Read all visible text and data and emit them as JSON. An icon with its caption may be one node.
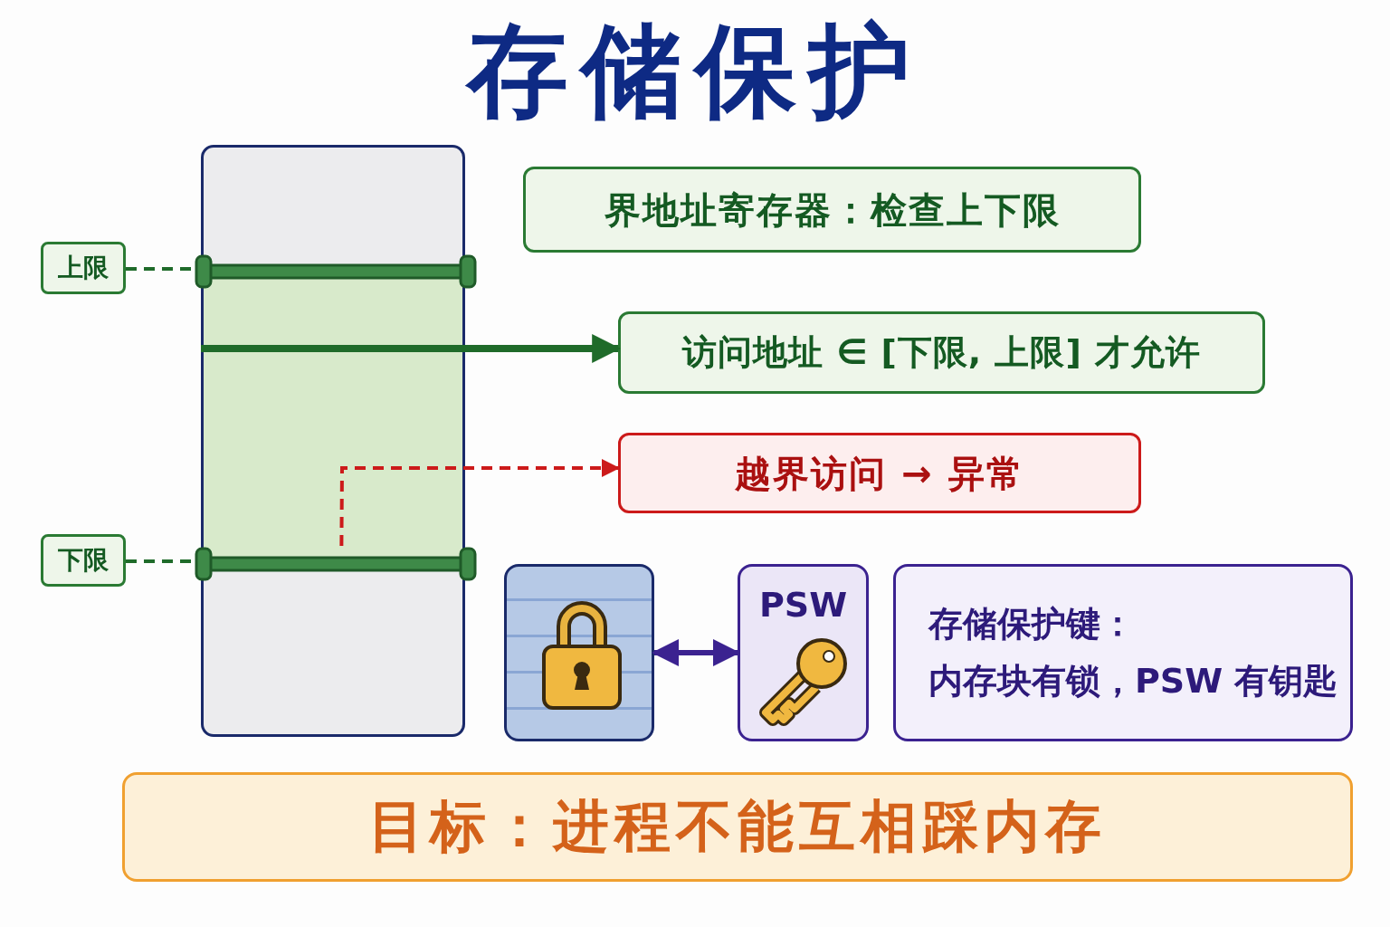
{
  "diagram": {
    "title": "存储保护",
    "nodes": [
      {
        "text": [],
        "shape": "box"
      },
      {
        "text": [
          "上限"
        ]
      },
      {
        "text": [],
        "shape": "bar",
        "in": 0
      },
      {
        "text": [
          "下限"
        ]
      },
      {
        "text": [],
        "shape": "bar",
        "in": 0
      },
      {
        "text": [
          "界地址寄存器：检查上下限"
        ]
      },
      {
        "text": [
          "访问地址 ∈ [下限, 上限] 才允许"
        ]
      },
      {
        "text": [
          "越界访问 → 异常"
        ]
      },
      {
        "text": [],
        "shape": "picture"
      },
      {
        "text": [
          "PSW"
        ]
      },
      {
        "text": [
          "存储保护键：",
          "内存块有锁，PSW 有钥匙"
        ]
      },
      {
        "text": [
          "目标：进程不能互相踩内存"
        ]
      }
    ],
    "edges": [
      {
        "from": 1,
        "to": 2,
        "arrow": "none",
        "style": "dashed"
      },
      {
        "from": 3,
        "to": 4,
        "arrow": "none",
        "style": "dashed"
      },
      {
        "from": 0,
        "to": 6,
        "arrow": "to",
        "style": "thick"
      },
      {
        "from": 4,
        "to": 7,
        "arrow": "to",
        "style": "dashed",
        "color": "#cc1a1a"
      },
      {
        "from": 8,
        "to": 9,
        "arrow": "both",
        "color": "#3b2290"
      }
    ]
  }
}
